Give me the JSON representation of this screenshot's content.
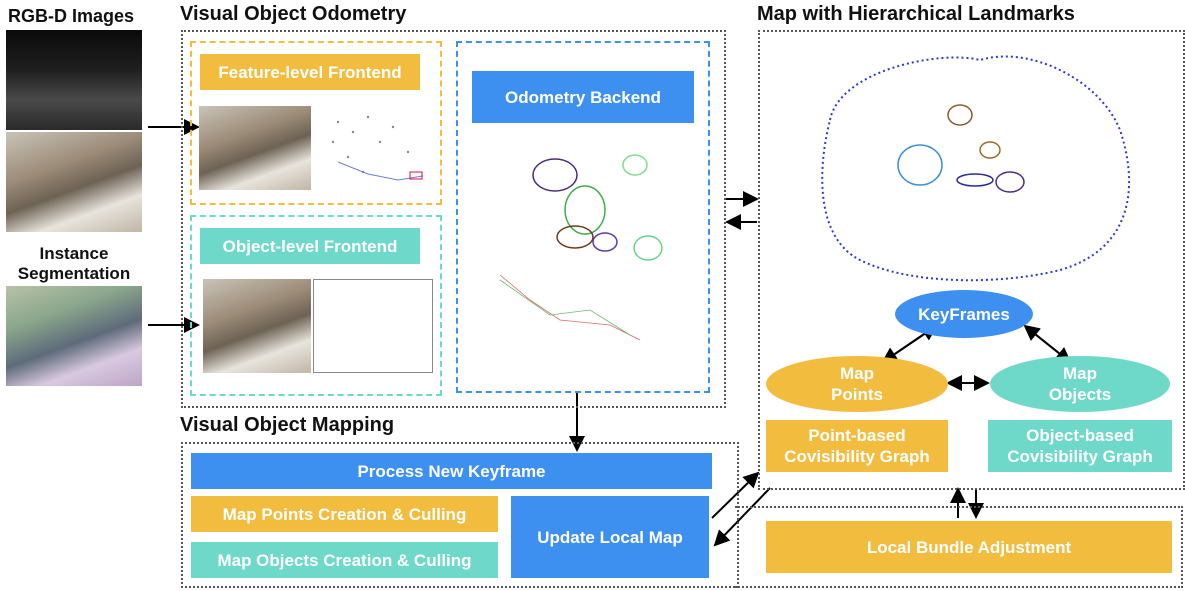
{
  "titles": {
    "rgbd": "RGB-D Images",
    "instance": "Instance\nSegmentation",
    "vo": "Visual Object Odometry",
    "map": "Map with Hierarchical Landmarks",
    "vom": "Visual Object Mapping"
  },
  "frontend": {
    "feature": "Feature-level Frontend",
    "object": "Object-level Frontend",
    "backend": "Odometry Backend"
  },
  "map_graph": {
    "keyframes": "KeyFrames",
    "map_points": "Map\nPoints",
    "map_objects": "Map\nObjects",
    "point_graph": "Point-based\nCovisibility Graph",
    "object_graph": "Object-based\nCovisibility Graph"
  },
  "mapping": {
    "process": "Process New Keyframe",
    "points_culling": "Map Points Creation & Culling",
    "objects_culling": "Map Objects Creation & Culling",
    "update": "Update Local Map",
    "bundle": "Local Bundle Adjustment"
  },
  "colors": {
    "yellow": "#f2bc3f",
    "blue": "#3d8ff0",
    "teal": "#6ed9c9"
  }
}
